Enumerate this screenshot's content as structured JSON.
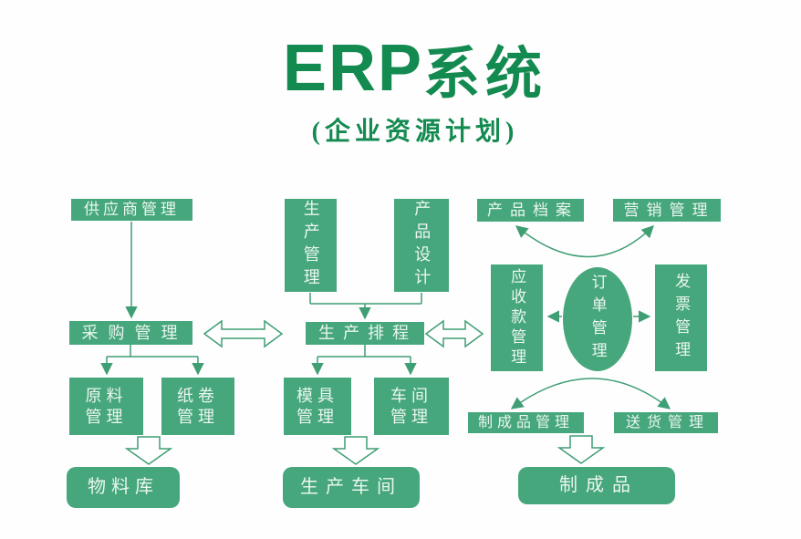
{
  "title": {
    "main_latin": "ERP",
    "main_cjk": "系统",
    "subtitle": "(企业资源计划)"
  },
  "colors": {
    "title_green": "#138a50",
    "box_green": "#47a77c",
    "line_green": "#3f9e74",
    "box_text": "#eaf6ef",
    "background": "#fefefe"
  },
  "nodes": {
    "supplier": {
      "label": "供应商管理"
    },
    "purchasing": {
      "label": "采购管理"
    },
    "raw_material": {
      "l1": "原料",
      "l2": "管理"
    },
    "paper_roll": {
      "l1": "纸卷",
      "l2": "管理"
    },
    "material_store": {
      "label": "物料库"
    },
    "production_mgmt": {
      "label": "生产管理"
    },
    "product_design": {
      "label": "产品设计"
    },
    "production_schedule": {
      "label": "生产排程"
    },
    "mold": {
      "l1": "模具",
      "l2": "管理"
    },
    "workshop": {
      "l1": "车间",
      "l2": "管理"
    },
    "production_workshop": {
      "label": "生产车间"
    },
    "product_archive": {
      "label": "产品档案"
    },
    "marketing": {
      "label": "营销管理"
    },
    "receivables": {
      "label": "应收款管理"
    },
    "order_mgmt": {
      "label": "订单管理"
    },
    "invoice": {
      "label": "发票管理"
    },
    "finished_goods_mgmt": {
      "label": "制成品管理"
    },
    "delivery": {
      "label": "送货管理"
    },
    "finished_goods": {
      "label": "制成品"
    }
  },
  "edges": [
    {
      "from": "supplier",
      "to": "purchasing",
      "style": "solid-arrow"
    },
    {
      "from": "purchasing",
      "to": "raw_material",
      "style": "solid-arrow"
    },
    {
      "from": "purchasing",
      "to": "paper_roll",
      "style": "solid-arrow"
    },
    {
      "from": "raw_material,paper_roll",
      "to": "material_store",
      "style": "hollow-block-arrow"
    },
    {
      "from": "production_mgmt",
      "to": "production_schedule",
      "style": "solid-arrow"
    },
    {
      "from": "product_design",
      "to": "production_schedule",
      "style": "solid-arrow"
    },
    {
      "from": "production_schedule",
      "to": "mold",
      "style": "solid-arrow"
    },
    {
      "from": "production_schedule",
      "to": "workshop",
      "style": "solid-arrow"
    },
    {
      "from": "mold,workshop",
      "to": "production_workshop",
      "style": "hollow-block-arrow"
    },
    {
      "from": "purchasing",
      "to": "production_schedule",
      "style": "double-hollow-arrow"
    },
    {
      "from": "production_schedule",
      "to": "receivables",
      "style": "double-hollow-arrow"
    },
    {
      "from": "order_mgmt",
      "to": "product_archive",
      "style": "curved-arrow"
    },
    {
      "from": "order_mgmt",
      "to": "marketing",
      "style": "curved-arrow"
    },
    {
      "from": "order_mgmt",
      "to": "receivables",
      "style": "solid-arrow"
    },
    {
      "from": "order_mgmt",
      "to": "invoice",
      "style": "solid-arrow"
    },
    {
      "from": "order_mgmt",
      "to": "finished_goods_mgmt",
      "style": "curved-arrow"
    },
    {
      "from": "order_mgmt",
      "to": "delivery",
      "style": "curved-arrow"
    },
    {
      "from": "finished_goods_mgmt,delivery",
      "to": "finished_goods",
      "style": "hollow-block-arrow"
    }
  ]
}
